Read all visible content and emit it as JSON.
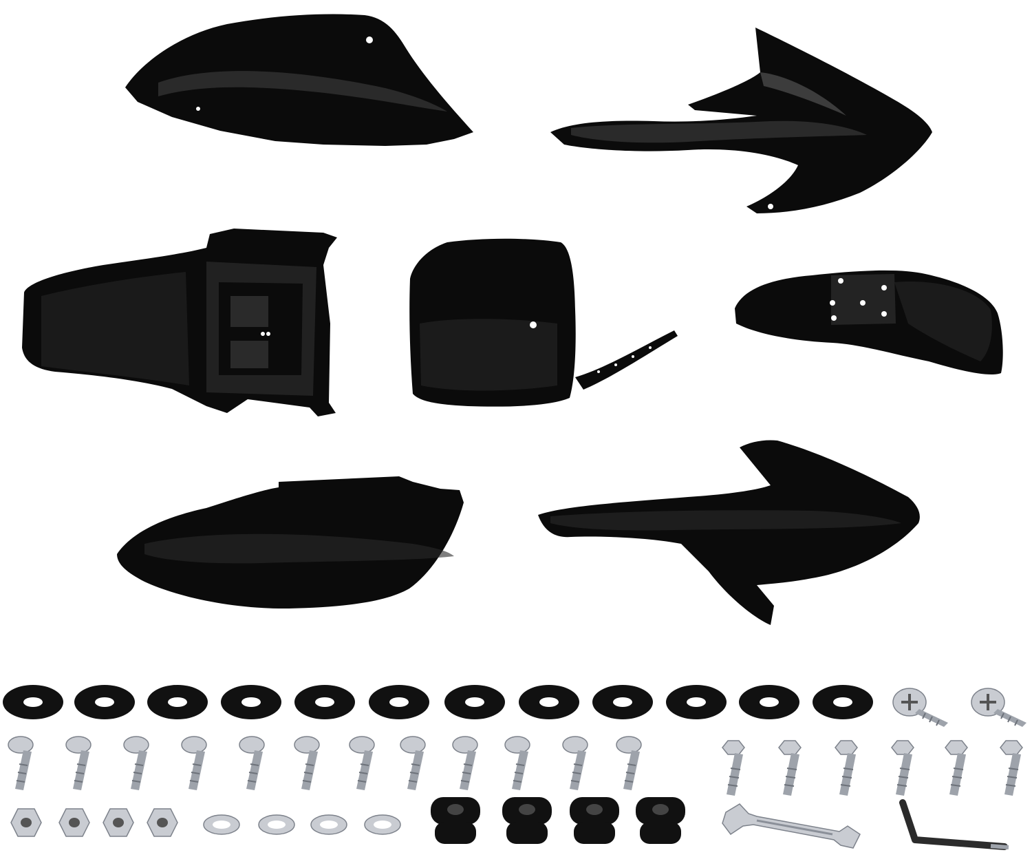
{
  "scene": {
    "background_color": "#ffffff",
    "plastic_color": "#0b0b0b",
    "metal_color": "#c9ccd2",
    "parts": [
      {
        "name": "left-side-panel-icon"
      },
      {
        "name": "right-radiator-shroud-icon"
      },
      {
        "name": "rear-fender-icon"
      },
      {
        "name": "front-number-plate-icon"
      },
      {
        "name": "front-fender-icon"
      },
      {
        "name": "right-side-panel-icon"
      },
      {
        "name": "left-radiator-shroud-icon"
      }
    ],
    "hardware": {
      "rubber_washers": 12,
      "phillips_screws": 2,
      "flange_bolts": 12,
      "hex_bolts": 6,
      "hex_nuts": 4,
      "flat_washers": 4,
      "rubber_grommets": 4,
      "tools": [
        "open-end-wrench-icon",
        "hex-key-icon"
      ]
    }
  }
}
